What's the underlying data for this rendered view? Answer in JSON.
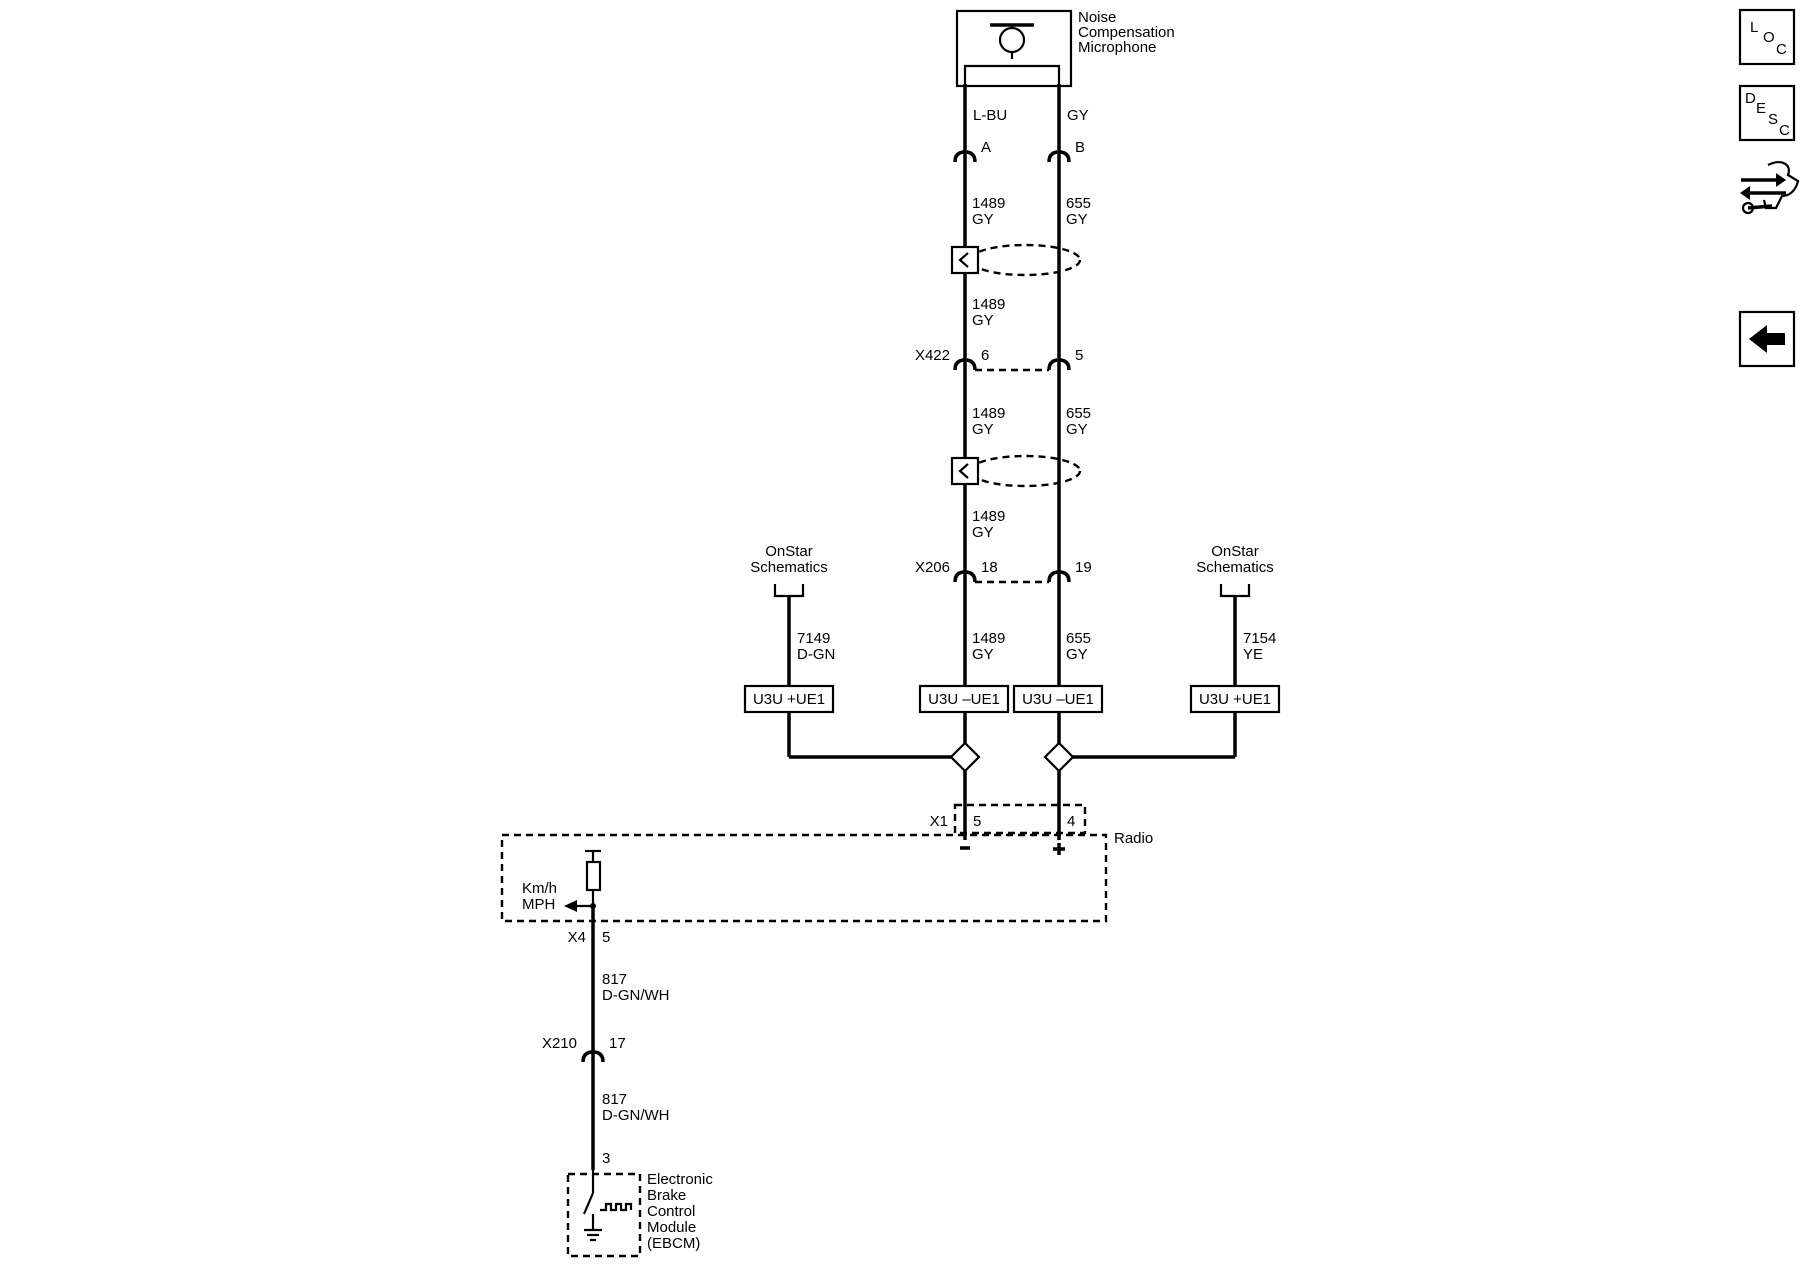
{
  "microphone": {
    "name_lines": [
      "Noise",
      "Compensation",
      "Microphone"
    ],
    "pin_a_color": "L-BU",
    "pin_b_color": "GY",
    "pin_a": "A",
    "pin_b": "B"
  },
  "circuits": {
    "left": {
      "number": "1489",
      "color": "GY"
    },
    "right": {
      "number": "655",
      "color": "GY"
    }
  },
  "connectors": {
    "x422": {
      "name": "X422",
      "pin_left": "6",
      "pin_right": "5"
    },
    "x206": {
      "name": "X206",
      "pin_left": "18",
      "pin_right": "19"
    },
    "x1": {
      "name": "X1",
      "pin_left": "5",
      "pin_right": "4"
    },
    "x4": {
      "name": "X4",
      "pin": "5"
    },
    "x210": {
      "name": "X210",
      "pin": "17"
    }
  },
  "onstar": {
    "left": {
      "lines": [
        "OnStar",
        "Schematics"
      ],
      "circuit": "7149",
      "color": "D-GN"
    },
    "right": {
      "lines": [
        "OnStar",
        "Schematics"
      ],
      "circuit": "7154",
      "color": "YE"
    }
  },
  "options": [
    "U3U +UE1",
    "U3U –UE1",
    "U3U –UE1",
    "U3U +UE1"
  ],
  "radio": {
    "name": "Radio",
    "minus": "−",
    "plus": "+",
    "speed_lines": [
      "Km/h",
      "MPH"
    ]
  },
  "speed_circuit": {
    "number": "817",
    "color": "D-GN/WH"
  },
  "ebcm": {
    "pin": "3",
    "name_lines": [
      "Electronic",
      "Brake",
      "Control",
      "Module",
      "(EBCM)"
    ]
  },
  "sidebar": {
    "loc": {
      "letters": [
        "L",
        "O",
        "C"
      ]
    },
    "desc": {
      "letters": [
        "D",
        "E",
        "S",
        "C"
      ]
    },
    "tools_icon": "wrench-and-arrows-icon",
    "back_icon": "arrow-left-icon"
  }
}
